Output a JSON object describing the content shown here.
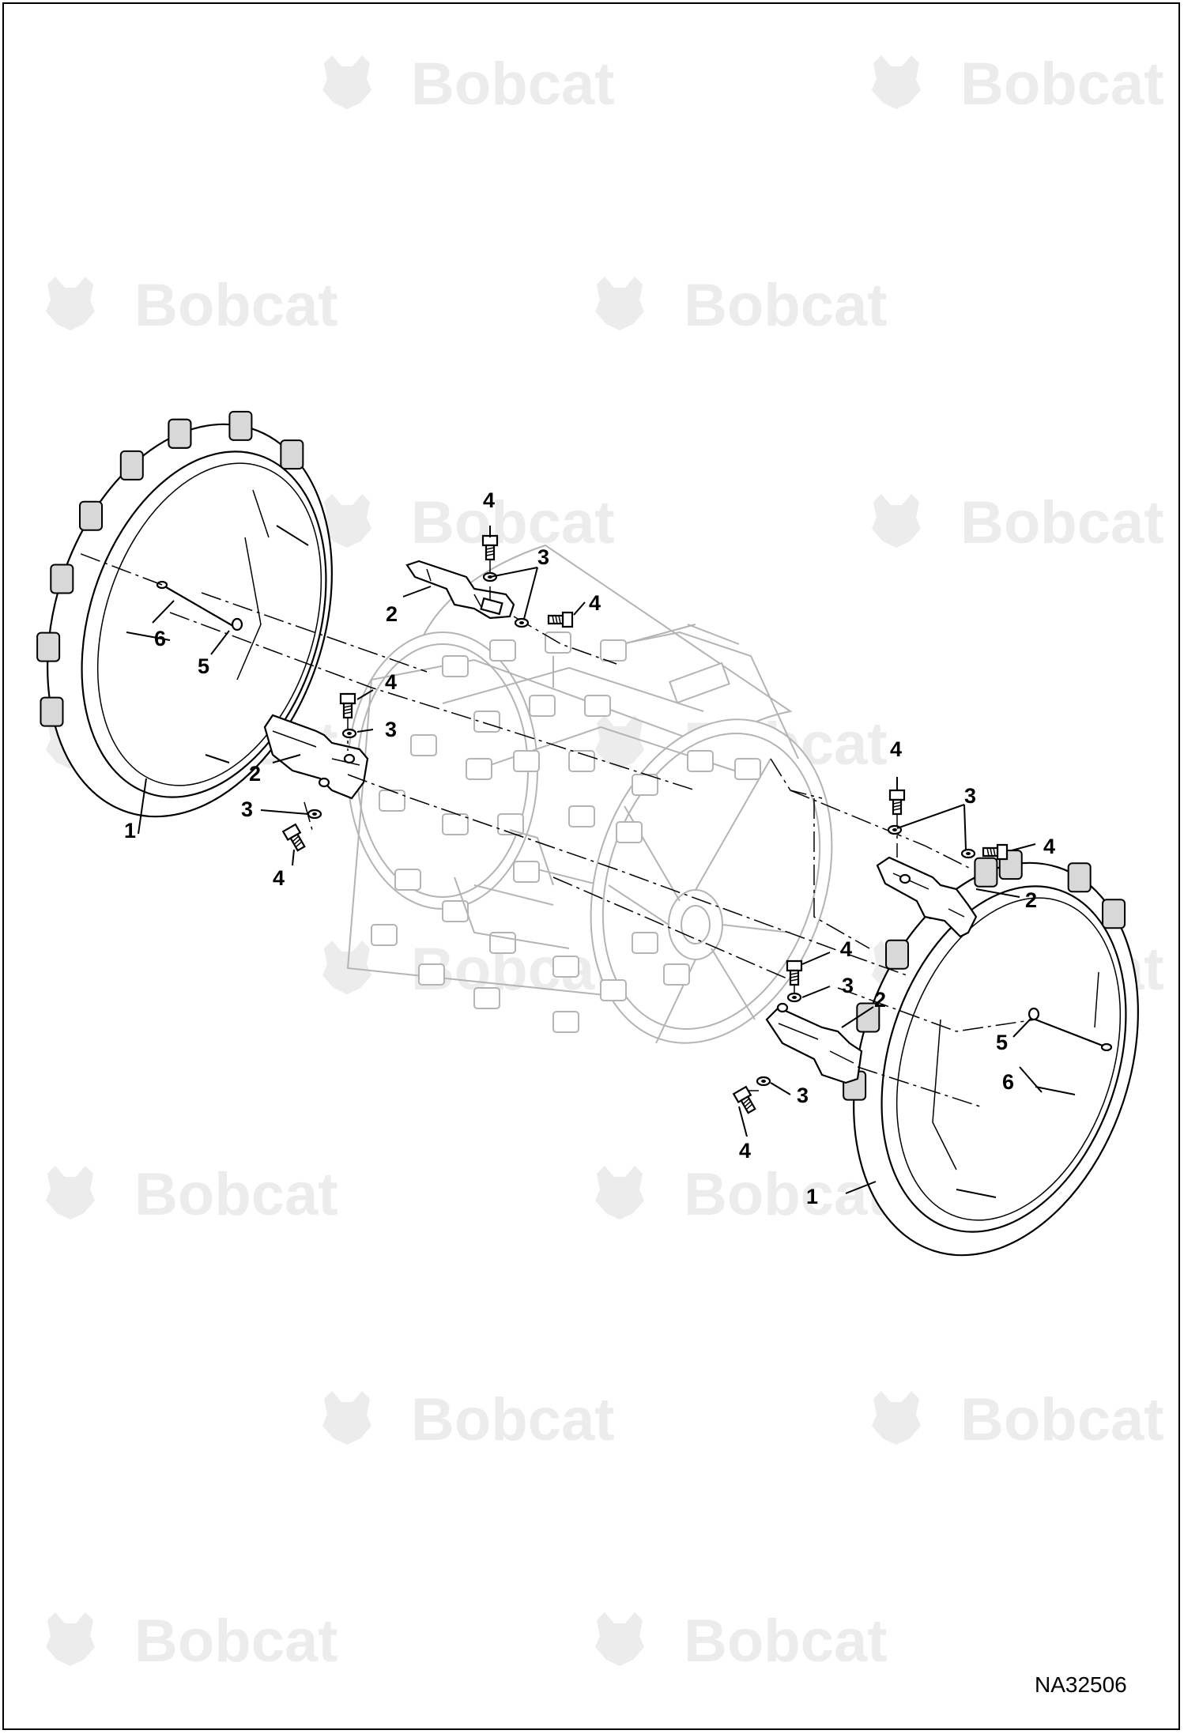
{
  "watermark": {
    "brand_text": "Bobcat",
    "color": "#ececec"
  },
  "callouts": {
    "ring": "1",
    "bar": "2",
    "washer": "3",
    "bolt": "4",
    "nut": "5",
    "stud": "6"
  },
  "figure_number": "NA32506",
  "colors": {
    "line": "#000000",
    "ghost_line": "#b4b4b4",
    "background": "#ffffff"
  }
}
